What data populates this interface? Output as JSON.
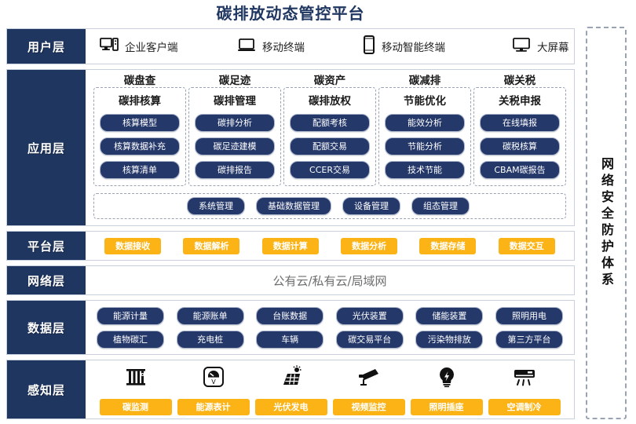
{
  "title": "碳排放动态管控平台",
  "security_band": {
    "label": "网络安全防护体系"
  },
  "layers": {
    "user": {
      "label": "用户层",
      "items": [
        {
          "icon": "desktop-tower-icon",
          "label": "企业客户端"
        },
        {
          "icon": "laptop-icon",
          "label": "移动终端"
        },
        {
          "icon": "smartphone-icon",
          "label": "移动智能终端"
        },
        {
          "icon": "monitor-icon",
          "label": "大屏幕"
        }
      ]
    },
    "application": {
      "label": "应用层",
      "columns": [
        {
          "title": "碳盘查",
          "subtitle": "碳排核算",
          "items": [
            "核算模型",
            "核算数据补充",
            "核算清单"
          ]
        },
        {
          "title": "碳足迹",
          "subtitle": "碳排管理",
          "items": [
            "碳排分析",
            "碳足迹建模",
            "碳排报告"
          ]
        },
        {
          "title": "碳资产",
          "subtitle": "碳排放权",
          "items": [
            "配额考核",
            "配额交易",
            "CCER交易"
          ]
        },
        {
          "title": "碳减排",
          "subtitle": "节能优化",
          "items": [
            "能效分析",
            "节能分析",
            "技术节能"
          ]
        },
        {
          "title": "碳关税",
          "subtitle": "关税申报",
          "items": [
            "在线填报",
            "碳税核算",
            "CBAM碳报告"
          ]
        }
      ],
      "management": [
        "系统管理",
        "基础数据管理",
        "设备管理",
        "组态管理"
      ]
    },
    "platform": {
      "label": "平台层",
      "items": [
        "数据接收",
        "数据解析",
        "数据计算",
        "数据分析",
        "数据存储",
        "数据交互"
      ]
    },
    "network": {
      "label": "网络层",
      "text": "公有云/私有云/局域网"
    },
    "data": {
      "label": "数据层",
      "row1": [
        "能源计量",
        "能源账单",
        "台账数据",
        "光伏装置",
        "储能装置",
        "照明用电"
      ],
      "row2": [
        "植物碳汇",
        "充电桩",
        "车辆",
        "碳交易平台",
        "污染物排放",
        "第三方平台"
      ]
    },
    "sense": {
      "label": "感知层",
      "items": [
        {
          "icon": "carbon-monitor-icon",
          "label": "碳监测"
        },
        {
          "icon": "energy-meter-icon",
          "label": "能源表计"
        },
        {
          "icon": "solar-panel-icon",
          "label": "光伏发电"
        },
        {
          "icon": "cctv-camera-icon",
          "label": "视频监控"
        },
        {
          "icon": "light-bulb-icon",
          "label": "照明插座"
        },
        {
          "icon": "air-conditioner-icon",
          "label": "空调制冷"
        }
      ]
    }
  },
  "colors": {
    "navy": "#1f3661",
    "pill_navy": "#25386a",
    "amber": "#fbb315",
    "border": "#c8cfdd",
    "dashed": "#9aa3b4"
  }
}
